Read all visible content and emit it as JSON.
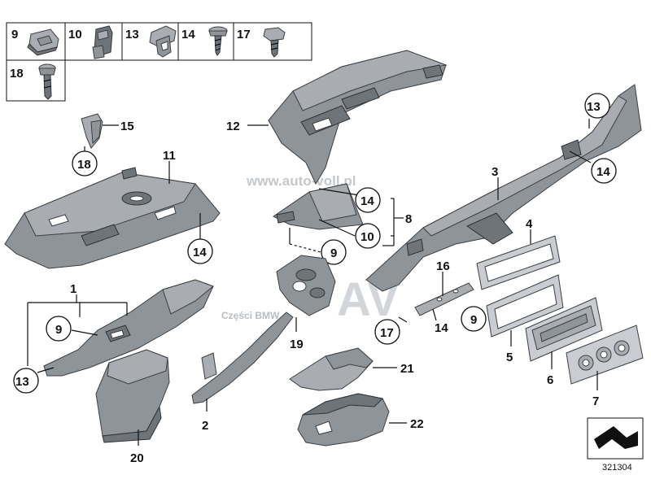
{
  "legend": {
    "cells": [
      {
        "label": "9",
        "icon": "clip-nut-icon"
      },
      {
        "label": "10",
        "icon": "clip-icon"
      },
      {
        "label": "13",
        "icon": "retainer-clip-icon"
      },
      {
        "label": "14",
        "icon": "screw-icon"
      },
      {
        "label": "17",
        "icon": "hex-screw-icon"
      },
      {
        "label": "18",
        "icon": "bolt-icon"
      }
    ]
  },
  "callouts": {
    "c1": "1",
    "c2": "2",
    "c3": "3",
    "c4": "4",
    "c5": "5",
    "c6": "6",
    "c7": "7",
    "c8": "8",
    "c9a": "9",
    "c9b": "9",
    "c9c": "9",
    "c10": "10",
    "c11": "11",
    "c12": "12",
    "c13a": "13",
    "c13b": "13",
    "c14a": "14",
    "c14b": "14",
    "c14c": "14",
    "c14d": "14",
    "c15": "15",
    "c16": "16",
    "c17": "17",
    "c18": "18",
    "c19": "19",
    "c20": "20",
    "c21": "21",
    "c22": "22"
  },
  "watermark": {
    "site": "www.auto-voll.pl",
    "brand": "AV",
    "caption": "Części BMW"
  },
  "diagram_number": "321304",
  "colors": {
    "part_fill": "#8f9499",
    "outline": "#3c3f42",
    "text": "#111111",
    "watermark": "#c4c8cc"
  }
}
